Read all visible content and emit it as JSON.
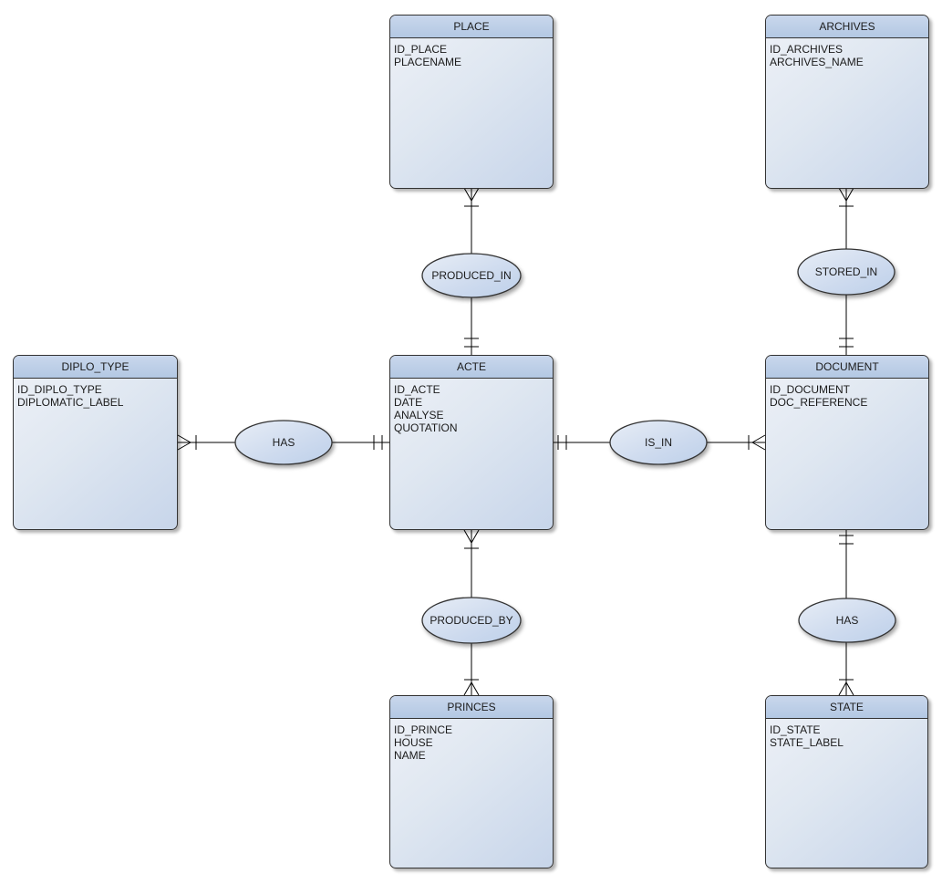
{
  "diagram": {
    "type": "entity-relationship",
    "entities": [
      {
        "name": "PLACE",
        "attributes": [
          "ID_PLACE",
          "PLACENAME"
        ]
      },
      {
        "name": "ARCHIVES",
        "attributes": [
          "ID_ARCHIVES",
          "ARCHIVES_NAME"
        ]
      },
      {
        "name": "DIPLO_TYPE",
        "attributes": [
          "ID_DIPLO_TYPE",
          "DIPLOMATIC_LABEL"
        ]
      },
      {
        "name": "ACTE",
        "attributes": [
          "ID_ACTE",
          "DATE",
          "ANALYSE",
          "QUOTATION"
        ]
      },
      {
        "name": "DOCUMENT",
        "attributes": [
          "ID_DOCUMENT",
          "DOC_REFERENCE"
        ]
      },
      {
        "name": "PRINCES",
        "attributes": [
          "ID_PRINCE",
          "HOUSE",
          "NAME"
        ]
      },
      {
        "name": "STATE",
        "attributes": [
          "ID_STATE",
          "STATE_LABEL"
        ]
      }
    ],
    "relationships": [
      {
        "label": "PRODUCED_IN",
        "ends": [
          {
            "entity": "PLACE",
            "marker": "crow-foot-with-bar"
          },
          {
            "entity": "ACTE",
            "marker": "double-bar"
          }
        ]
      },
      {
        "label": "STORED_IN",
        "ends": [
          {
            "entity": "ARCHIVES",
            "marker": "crow-foot-with-bar"
          },
          {
            "entity": "DOCUMENT",
            "marker": "double-bar"
          }
        ]
      },
      {
        "label": "HAS",
        "ends": [
          {
            "entity": "DIPLO_TYPE",
            "marker": "crow-foot-with-bar"
          },
          {
            "entity": "ACTE",
            "marker": "double-bar"
          }
        ]
      },
      {
        "label": "IS_IN",
        "ends": [
          {
            "entity": "ACTE",
            "marker": "double-bar"
          },
          {
            "entity": "DOCUMENT",
            "marker": "crow-foot-with-bar"
          }
        ]
      },
      {
        "label": "PRODUCED_BY",
        "ends": [
          {
            "entity": "ACTE",
            "marker": "crow-foot-with-bar"
          },
          {
            "entity": "PRINCES",
            "marker": "crow-foot-with-bar"
          }
        ]
      },
      {
        "label": "HAS",
        "ends": [
          {
            "entity": "DOCUMENT",
            "marker": "double-bar"
          },
          {
            "entity": "STATE",
            "marker": "crow-foot-with-bar"
          }
        ]
      }
    ],
    "colors": {
      "header_fill": "#bccfe8",
      "body_fill_light": "#edf1f7",
      "body_fill_dark": "#c7d5ea",
      "ellipse_fill_light": "#e7edf6",
      "ellipse_fill_dark": "#bdd0ea",
      "border": "#333333",
      "connector": "#000000",
      "background": "#ffffff"
    }
  }
}
